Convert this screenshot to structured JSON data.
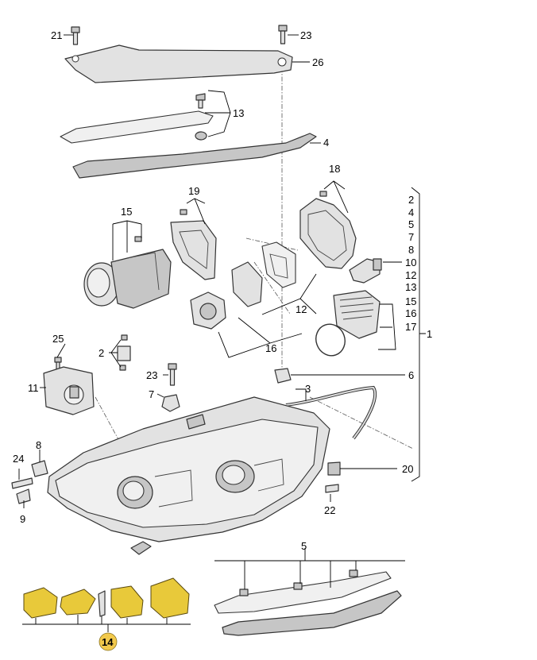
{
  "diagram": {
    "labels": {
      "l21": "21",
      "l23a": "23",
      "l26": "26",
      "l13a": "13",
      "l4a": "4",
      "l18": "18",
      "l19": "19",
      "l15a": "15",
      "l10a": "10",
      "l12a": "12",
      "l16a": "16",
      "l25": "25",
      "l2a": "2",
      "l11": "11",
      "l23b": "23",
      "l7": "7",
      "l6": "6",
      "l3": "3",
      "l8": "8",
      "l24": "24",
      "l9": "9",
      "l20": "20",
      "l22": "22",
      "l5": "5",
      "l14": "14",
      "l1": "1"
    },
    "index_list": [
      "2",
      "4",
      "5",
      "7",
      "8",
      "10",
      "12",
      "13",
      "15",
      "16",
      "17"
    ],
    "colors": {
      "badge": "#f2c94c",
      "accessory": "#e8c93a"
    }
  }
}
